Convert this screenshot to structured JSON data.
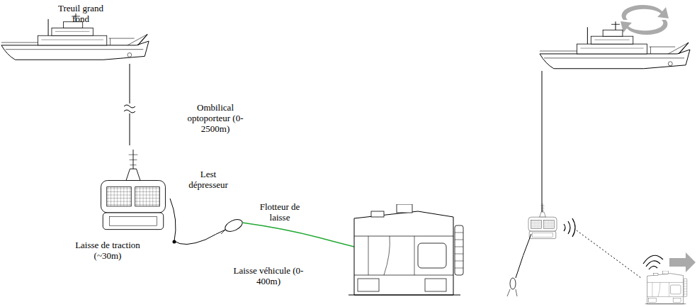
{
  "diagram": {
    "labels": [
      "Treuil grand fond",
      "Ombilical optoporteur (0-2500m)",
      "Lest dépresseur",
      "Flotteur de laisse",
      "Laisse de traction (~30m)",
      "Laisse véhicule (0-400m)"
    ]
  }
}
